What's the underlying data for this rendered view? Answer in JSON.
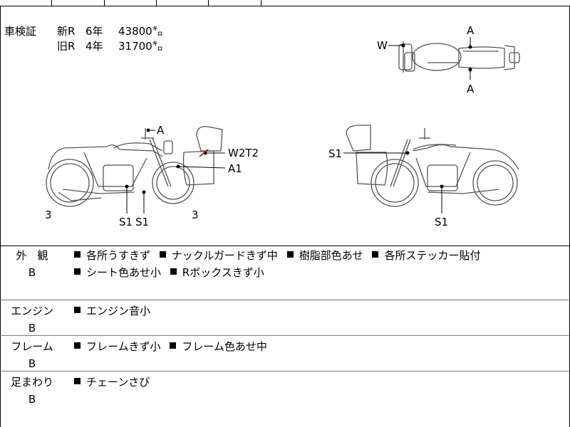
{
  "certificate": {
    "label": "車検証",
    "rows": [
      {
        "type": "新R",
        "years": "6年",
        "mileage": "43800㌔"
      },
      {
        "type": "旧R",
        "years": "4年",
        "mileage": "31700㌔"
      }
    ]
  },
  "diagram_marks": {
    "top_view": {
      "w": "W",
      "a_top": "A",
      "a_bottom": "A"
    },
    "left_view": {
      "a": "A",
      "w2t2": "W2T2",
      "a1": "A1",
      "left3": "3",
      "right3": "3",
      "s1_a": "S1",
      "s1_b": "S1"
    },
    "right_view": {
      "s1_case": "S1",
      "s1_bottom": "S1"
    }
  },
  "sections": [
    {
      "name": "外　観",
      "grade": "B",
      "items": [
        "各所うすきず",
        "ナックルガードきず中",
        "樹脂部色あせ",
        "各所ステッカー貼付",
        "シート色あせ小",
        "Rボックスきず小"
      ]
    },
    {
      "name": "エンジン",
      "grade": "B",
      "items": [
        "エンジン音小"
      ]
    },
    {
      "name": "フレーム",
      "grade": "B",
      "items": [
        "フレームきず小",
        "フレーム色あせ中"
      ]
    },
    {
      "name": "足まわり",
      "grade": "B",
      "items": [
        "チェーンさび"
      ]
    }
  ]
}
